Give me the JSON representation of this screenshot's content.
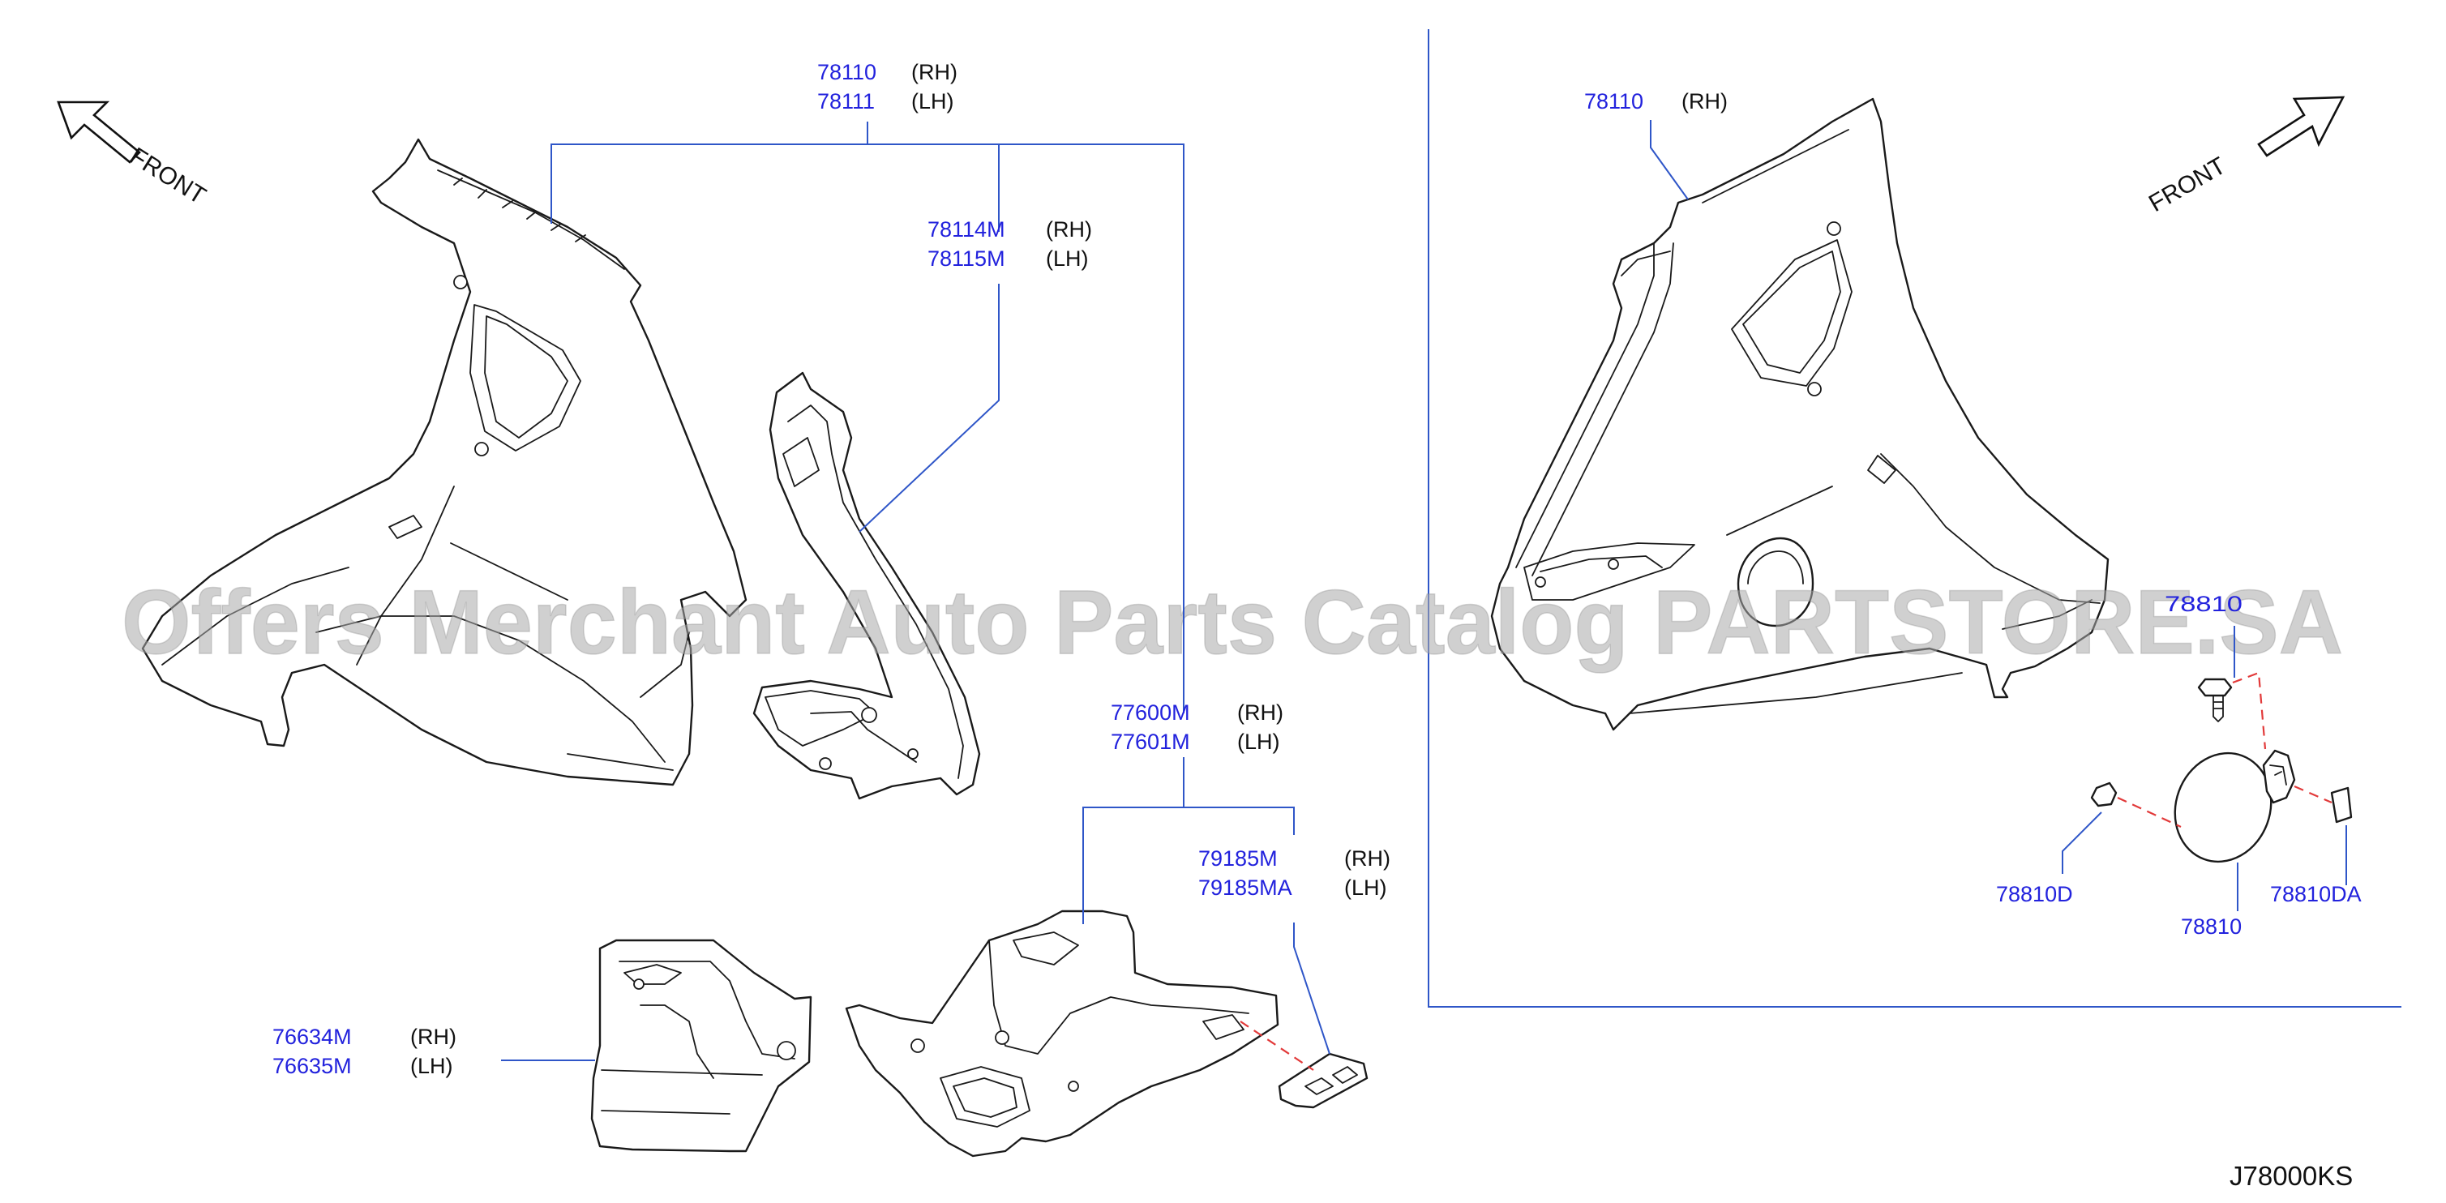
{
  "labels": {
    "p78110_left": "78110",
    "rh_78110_left": "(RH)",
    "p78111": "78111",
    "lh_78111": "(LH)",
    "p78114m": "78114M",
    "rh_78114m": "(RH)",
    "p78115m": "78115M",
    "lh_78115m": "(LH)",
    "p77600m": "77600M",
    "rh_77600m": "(RH)",
    "p77601m": "77601M",
    "lh_77601m": "(LH)",
    "p79185m": "79185M",
    "rh_79185m": "(RH)",
    "p79185ma": "79185MA",
    "lh_79185ma": "(LH)",
    "p76634m": "76634M",
    "rh_76634m": "(RH)",
    "p76635m": "76635M",
    "lh_76635m": "(LH)",
    "p78110_right": "78110",
    "rh_78110_right": "(RH)",
    "p78810_partial": "78810",
    "p78810d": "78810D",
    "p78810": "78810",
    "p78810da": "78810DA"
  },
  "front_left": "FRONT",
  "front_right": "FRONT",
  "diagram_code": "J78000KS",
  "watermark": "Offers Merchant Auto Parts Catalog PARTSTORE.SA",
  "colors": {
    "part_number": "#2222dd",
    "leader_line": "#2f56c8",
    "dashed_line": "#e23a3a",
    "outline": "#1a1a1a"
  }
}
